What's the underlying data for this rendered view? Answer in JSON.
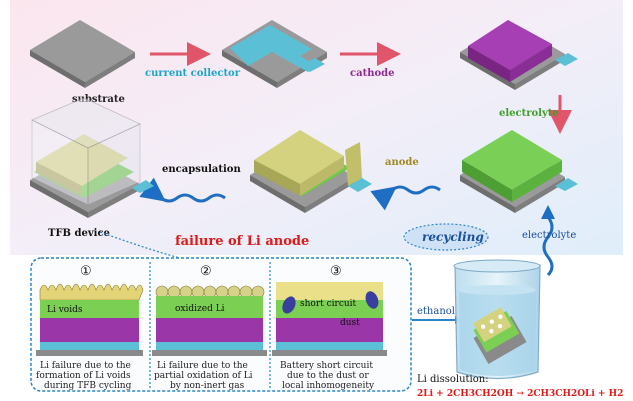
{
  "steps": {
    "substrate": "substrate",
    "current_collector": "current collector",
    "cathode": "cathode",
    "electrolyte": "electrolyte",
    "anode": "anode",
    "encapsulation": "encapsulation",
    "device": "TFB device"
  },
  "failure": {
    "title": "failure of Li  anode",
    "panels": [
      {
        "number": "①",
        "inner_label": "Li voids",
        "caption": [
          "Li failure due to the",
          "formation of  Li voids",
          "during TFB cycling"
        ]
      },
      {
        "number": "②",
        "inner_label": "oxidized Li",
        "caption": [
          "Li failure due to the",
          "partial oxidation of Li",
          "by non-inert gas"
        ]
      },
      {
        "number": "③",
        "inner_label": "short circuit",
        "inner_label_2": "dust",
        "caption": [
          "Battery short circuit",
          "due to the dust or",
          "local inhomogeneity"
        ]
      }
    ]
  },
  "recycling": {
    "badge": "recycling",
    "solvent": "ethanol",
    "electrolyte_label": "electrolyte",
    "dissolution_title": "Li dissolution:",
    "equation": "2Li + 2CH3CH2OH → 2CH3CH2OLi + H2"
  },
  "colors": {
    "substrate": "#8a8a8a",
    "current_collector": "#5bc0d6",
    "cathode": "#9b36a8",
    "electrolyte": "#6ec84a",
    "anode": "#cfcf7a",
    "arrow_red": "#e0556a",
    "arrow_blue": "#1e6fc4",
    "title_red": "#e01818",
    "label_cyan": "#1aa6c8",
    "label_purple": "#8e2a8e",
    "label_green": "#3fa12a",
    "label_olive": "#a08a20"
  }
}
